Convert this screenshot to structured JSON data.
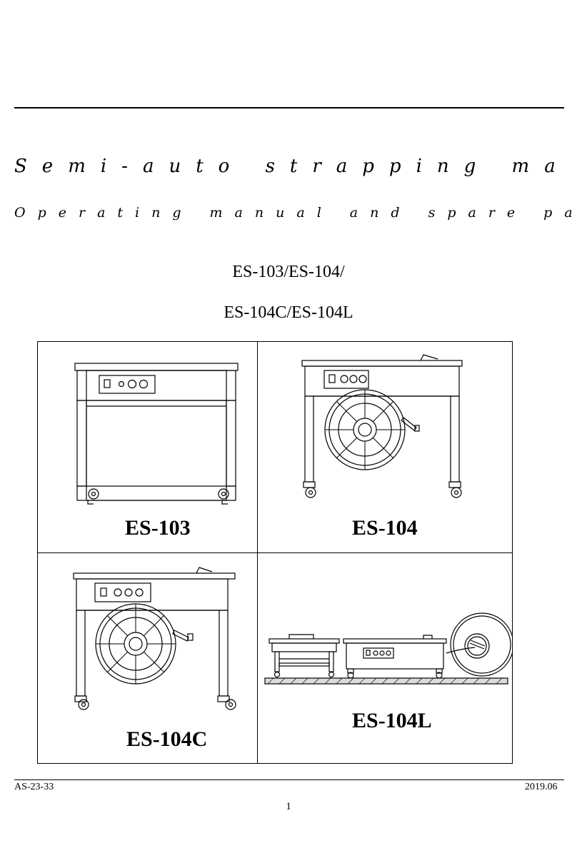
{
  "document": {
    "title": "Semi-auto strapping machine",
    "subtitle": "Operating manual and spare parts list",
    "models_line1": "ES-103/ES-104/",
    "models_line2": "ES-104C/ES-104L"
  },
  "figures": [
    {
      "label": "ES-103"
    },
    {
      "label": "ES-104"
    },
    {
      "label": "ES-104C"
    },
    {
      "label": "ES-104L"
    }
  ],
  "footer": {
    "doc_code": "AS-23-33",
    "date": "2019.06",
    "page_number": "1"
  }
}
